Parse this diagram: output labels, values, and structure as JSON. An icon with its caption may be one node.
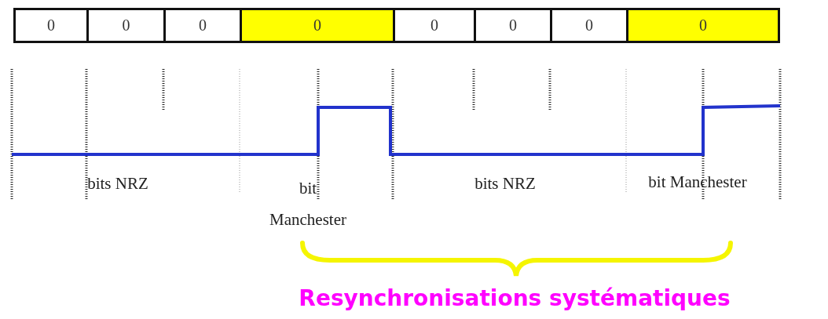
{
  "diagram": {
    "labels": [
      "0",
      "0",
      "0",
      "0",
      "0",
      "0",
      "0",
      "0",
      "bits NRZ",
      "bit Manchester",
      "bits NRZ",
      "bit Manchester",
      "Resynchronisations systématiques"
    ]
  }
}
